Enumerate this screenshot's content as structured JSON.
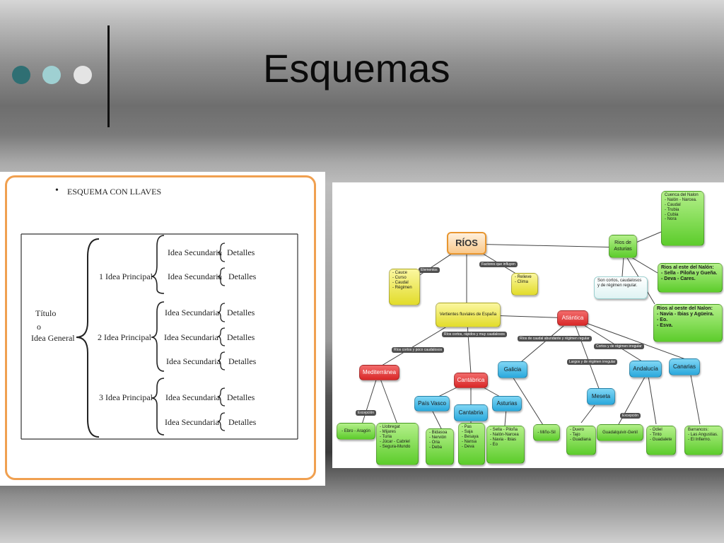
{
  "slide": {
    "title": "Esquemas",
    "dot_colors": [
      "#2f6f73",
      "#9fd0d2",
      "#e4e4e4"
    ]
  },
  "esquema_llaves": {
    "heading": "ESQUEMA CON LLAVES",
    "bullet": "•",
    "titulo": "Título",
    "o": "o",
    "idea_general": "Idea General",
    "ideas": [
      {
        "label": "1  Idea Principal",
        "secundarias": [
          "Idea Secundaria",
          "Idea Secundaria"
        ]
      },
      {
        "label": "2 Idea Principal",
        "secundarias": [
          "Idea  Secundaria",
          "Idea Secundaria",
          "Idea Secundaria"
        ]
      },
      {
        "label": "3  Idea Principal",
        "secundarias": [
          "Idea Secundaria",
          "Idea Secundaria"
        ]
      }
    ],
    "detalle": "Detalles",
    "frame_color": "#f0a050"
  },
  "mapa_rios": {
    "rios": "RÍOS",
    "cuenca_nalon": "Cuenca del Nalon\n- Nalón - Narcea.\n- Caudal\n- Trubia\n- Cubia\n- Nora",
    "rios_asturias": "Rios de\nAsturias",
    "rios_este": "Rios al este del Nalón:\n- Sella - Piloña y Gueña.\n- Deva - Cares.",
    "son_cortos": "Son cortos, caudalosos\ny de régimen regular.",
    "rios_oeste": "Rios al oeste del Nalon:\n- Navia - Ibias y Agüeira.\n- Eo.\n- Esva.",
    "elementos_list": "- Cauce\n- Curso\n- Caudal\n- Régimen",
    "relieve_list": "- Relieve\n- Clima",
    "vertientes": "Vertientes fluviales de España",
    "atlantica": "Atlántica",
    "mediterranea": "Mediterránea",
    "cantabrica": "Cantábrica",
    "galicia": "Galicia",
    "meseta": "Meseta",
    "andalucia": "Andalucía",
    "canarias": "Canarias",
    "pais_vasco": "País Vasco",
    "cantabria": "Cantabria",
    "asturias": "Asturias",
    "ebro": "- Ebro - Aragón",
    "llobregat": "- Llobregat\n- Mijares\n- Turia\n- Júcar - Cabriel\n- Segura-Mundo",
    "bidasoa": "- Bidasoa\n- Nervión\n- Oria\n- Deba",
    "pas": "- Pas\n- Saja\n- Besaya\n- Nansa\n- Deva",
    "sella": "- Sella - Piloña\n- Nalón-Narcea\n- Navia - Ibias\n- Eo",
    "mino": "- Miño-Sil",
    "duero": "- Duero\n- Tajo\n- Guadiana",
    "guadalquivir": "Guadalquivir-Genil",
    "odiel": "- Odiel\n- Tinto\n- Guadalete",
    "barrancos": "Barrancos:\n- Las Angustias.\n- El Infierno.",
    "link_labels": {
      "elementos": "Elementos",
      "factores": "Factores que influyen",
      "cortos": "Ríos cortos, rápidos y muy caudalosos",
      "poco": "Ríos cortos y poco caudalosos",
      "abundante": "Ríos de caudal abundante y régimen regular",
      "largos": "Largos y de régimen irregular",
      "cortos_irregular": "Cortos y de régimen irregular",
      "excepcion1": "Excepción",
      "excepcion2": "Excepción"
    }
  }
}
